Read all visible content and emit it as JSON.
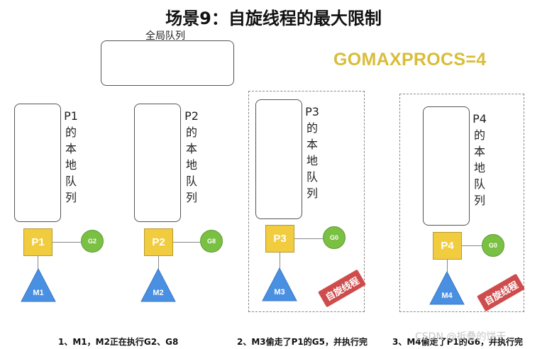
{
  "title": "场景9：自旋线程的最大限制",
  "global_queue_label": "全局队列",
  "gomaxprocs": "GOMAXPROCS=4",
  "processors": [
    {
      "p": "P1",
      "local_queue_lines": [
        "P1",
        "的",
        "本",
        "地",
        "队",
        "列"
      ],
      "g": "G2",
      "m": "M1"
    },
    {
      "p": "P2",
      "local_queue_lines": [
        "P2",
        "的",
        "本",
        "地",
        "队",
        "列"
      ],
      "g": "G8",
      "m": "M2"
    },
    {
      "p": "P3",
      "local_queue_lines": [
        "P3",
        "的",
        "本",
        "地",
        "队",
        "列"
      ],
      "g": "G0",
      "m": "M3",
      "stamp": "自旋线程"
    },
    {
      "p": "P4",
      "local_queue_lines": [
        "P4",
        "的",
        "本",
        "地",
        "队",
        "列"
      ],
      "g": "G0",
      "m": "M4",
      "stamp": "自旋线程"
    }
  ],
  "captions": [
    "1、M1，M2正在执行G2、G8",
    "2、M3偷走了P1的G5，并执行完",
    "3、M4偷走了P1的G6，并执行完"
  ],
  "watermark": "CSDN @折叠的饼干",
  "colors": {
    "p_box": "#f2cc3f",
    "g_ball": "#7ac043",
    "m_triangle": "#4a90e2",
    "stamp": "#cf4c4c",
    "gomaxprocs": "#d8bd3a"
  }
}
